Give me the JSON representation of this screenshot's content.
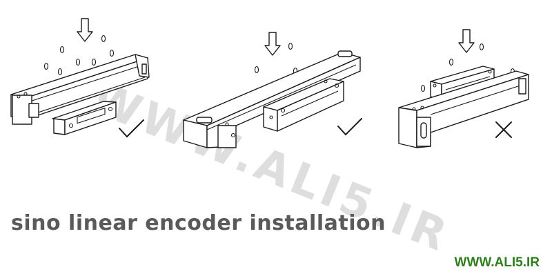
{
  "watermark": "WWW.ALI5.IR",
  "caption": "sino linear encoder installation",
  "site_label": "WWW.ALI5.IR",
  "panels": [
    {
      "verdict": "correct",
      "icon": "check-icon"
    },
    {
      "verdict": "correct",
      "icon": "check-icon"
    },
    {
      "verdict": "incorrect",
      "icon": "cross-icon"
    }
  ],
  "colors": {
    "line": "#1a1a1a",
    "caption": "#5a5a5a",
    "site": "#2f7d1d",
    "watermark": "#d9d9d9"
  }
}
